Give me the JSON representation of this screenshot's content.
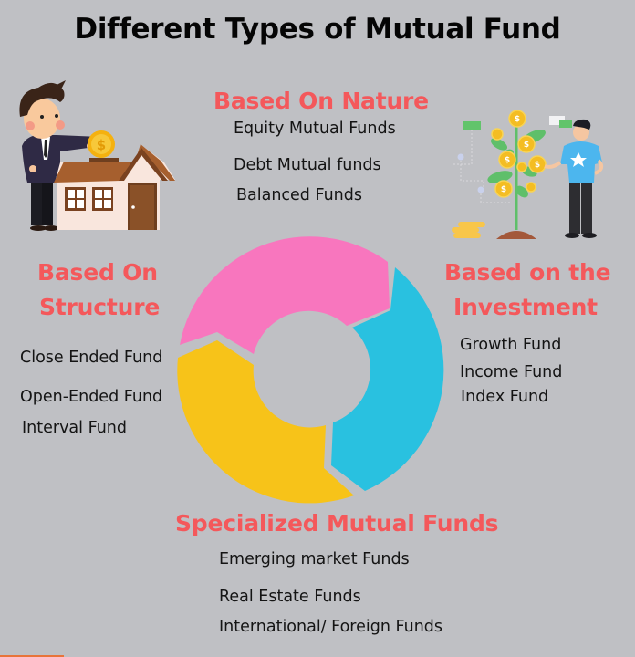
{
  "title": "Different Types of Mutual Fund",
  "colors": {
    "background": "#bfc0c4",
    "heading": "#f4585b",
    "text": "#141414",
    "segment_pink": "#f876be",
    "segment_cyan": "#29c1e0",
    "segment_yellow": "#f7c319"
  },
  "sections": {
    "nature": {
      "heading": "Based On Nature",
      "items": [
        "Equity Mutual Funds",
        "Debt Mutual funds",
        "Balanced Funds"
      ]
    },
    "structure": {
      "heading_line1": "Based On",
      "heading_line2": "Structure",
      "items": [
        "Close Ended Fund",
        "Open-Ended Fund",
        "Interval Fund"
      ]
    },
    "investment": {
      "heading_line1": "Based on the",
      "heading_line2": "Investment",
      "items": [
        "Growth Fund",
        "Income Fund",
        "Index Fund"
      ]
    },
    "specialized": {
      "heading": "Specialized Mutual Funds",
      "items": [
        "Emerging market Funds",
        "Real Estate Funds",
        "International/ Foreign Funds"
      ]
    }
  },
  "illustrations": {
    "left": "businessman-house-coin-illustration",
    "right": "money-tree-man-illustration"
  },
  "diagram": {
    "type": "cycle-donut",
    "segments": [
      "pink",
      "cyan",
      "yellow"
    ]
  }
}
